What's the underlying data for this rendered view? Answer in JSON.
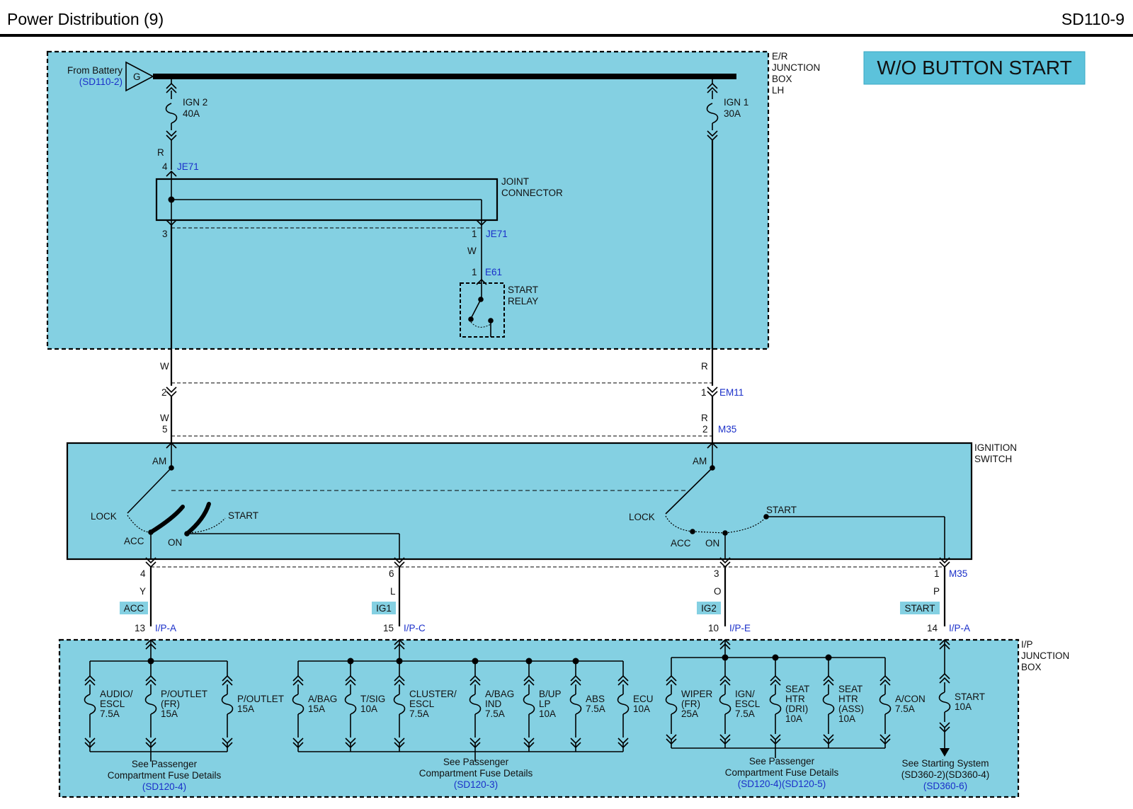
{
  "header": {
    "title": "Power Distribution (9)",
    "code": "SD110-9"
  },
  "banner": "W/O BUTTON START",
  "er_box": {
    "label": [
      "E/R",
      "JUNCTION",
      "BOX",
      "LH"
    ],
    "battery_label": "From Battery",
    "battery_ref": "(SD110-2)",
    "battery_symbol": "G",
    "fuse_ign2": [
      "IGN 2",
      "40A"
    ],
    "fuse_ign1": [
      "IGN 1",
      "30A"
    ]
  },
  "joint_connector": {
    "label": [
      "JOINT",
      "CONNECTOR"
    ],
    "connector": "JE71",
    "wire_in": "R",
    "pin_in": "4",
    "pin_left": "3",
    "pin_right": "1",
    "wire_out": "W"
  },
  "start_relay": {
    "label": [
      "START",
      "RELAY"
    ],
    "connector": "E61",
    "pin": "1"
  },
  "em11": {
    "connector": "EM11",
    "left_wire": "W",
    "left_pin": "2",
    "right_wire": "R",
    "right_pin": "1"
  },
  "m35_top": {
    "connector": "M35",
    "left_wire": "W",
    "left_pin": "5",
    "right_wire": "R",
    "right_pin": "2"
  },
  "ignition_switch": {
    "label": [
      "IGNITION",
      "SWITCH"
    ],
    "left": {
      "am": "AM",
      "lock": "LOCK",
      "acc": "ACC",
      "on": "ON",
      "start": "START"
    },
    "right": {
      "am": "AM",
      "lock": "LOCK",
      "acc": "ACC",
      "on": "ON",
      "start": "START"
    }
  },
  "outputs": [
    {
      "pin": "4",
      "wire": "Y",
      "tag": "ACC",
      "jb_pin": "13",
      "jb_conn": "I/P-A"
    },
    {
      "pin": "6",
      "wire": "L",
      "tag": "IG1",
      "jb_pin": "15",
      "jb_conn": "I/P-C"
    },
    {
      "pin": "3",
      "wire": "O",
      "tag": "IG2",
      "jb_pin": "10",
      "jb_conn": "I/P-E"
    },
    {
      "pin": "1",
      "wire": "P",
      "tag": "START",
      "jb_pin": "14",
      "jb_conn": "I/P-A"
    }
  ],
  "m35_bottom": "M35",
  "ip_box": {
    "label": [
      "I/P",
      "JUNCTION",
      "BOX"
    ]
  },
  "fuses": {
    "acc": [
      [
        "AUDIO/",
        "ESCL",
        "7.5A"
      ],
      [
        "P/OUTLET",
        "(FR)",
        "15A"
      ],
      [
        "P/OUTLET",
        "15A"
      ]
    ],
    "ig1": [
      [
        "A/BAG",
        "15A"
      ],
      [
        "T/SIG",
        "10A"
      ],
      [
        "CLUSTER/",
        "ESCL",
        "7.5A"
      ],
      [
        "A/BAG",
        "IND",
        "7.5A"
      ],
      [
        "B/UP",
        "LP",
        "10A"
      ],
      [
        "ABS",
        "7.5A"
      ],
      [
        "ECU",
        "10A"
      ]
    ],
    "ig2": [
      [
        "WIPER",
        "(FR)",
        "25A"
      ],
      [
        "IGN/",
        "ESCL",
        "7.5A"
      ],
      [
        "SEAT",
        "HTR",
        "(DRI)",
        "10A"
      ],
      [
        "SEAT",
        "HTR",
        "(ASS)",
        "10A"
      ],
      [
        "A/CON",
        "7.5A"
      ]
    ],
    "start": [
      [
        "START",
        "10A"
      ]
    ]
  },
  "refs": {
    "acc": {
      "lines": [
        "See Passenger",
        "Compartment Fuse Details"
      ],
      "ref": "(SD120-4)"
    },
    "ig1": {
      "lines": [
        "See Passenger",
        "Compartment Fuse Details"
      ],
      "ref": "(SD120-3)"
    },
    "ig2": {
      "lines": [
        "See Passenger",
        "Compartment Fuse Details"
      ],
      "ref": "(SD120-4)(SD120-5)"
    },
    "start": {
      "lines": [
        "See Starting System",
        "(SD360-2)(SD360-4)"
      ],
      "ref": "(SD360-6)"
    }
  },
  "colors": {
    "box_fill": "#84d0e2",
    "ref_text": "#1a2fc9",
    "banner_fill": "#5cc2db"
  }
}
